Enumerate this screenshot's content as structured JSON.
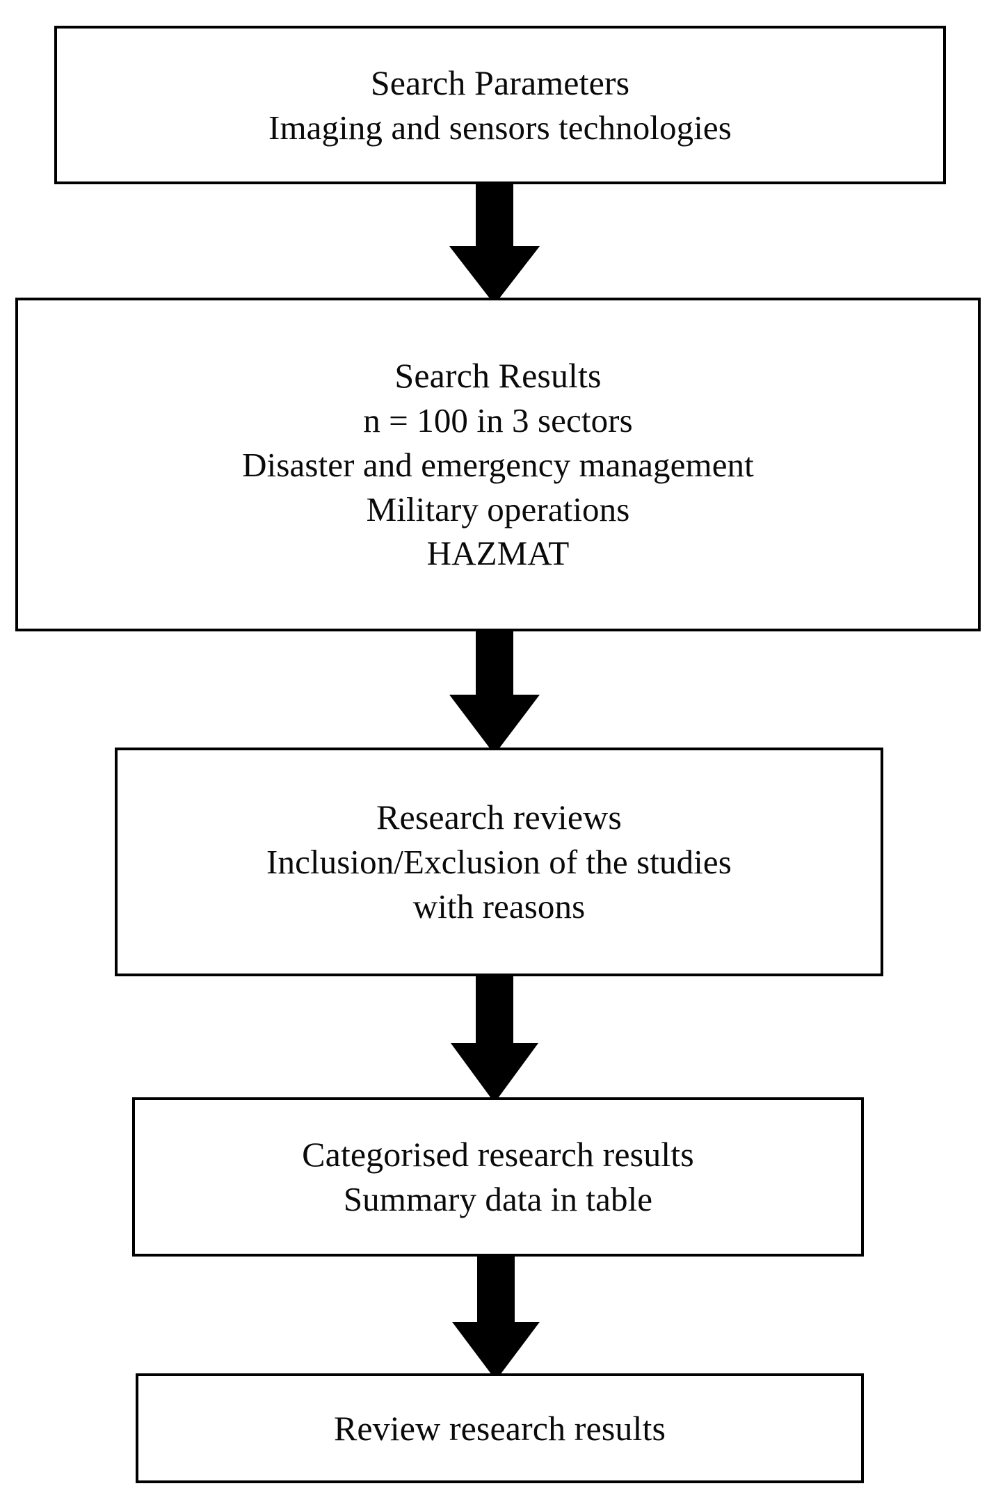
{
  "diagram": {
    "title": "Research review process flowchart",
    "orientation": "top-to-bottom",
    "stroke_color": "#000000",
    "fill_color": "#ffffff",
    "text_color": "#0a0a0a",
    "nodes": [
      {
        "id": "search-parameters",
        "heading": "Search Parameters",
        "lines": [
          "Imaging and sensors technologies"
        ]
      },
      {
        "id": "search-results",
        "heading": "Search Results",
        "lines": [
          "n = 100 in 3 sectors",
          "Disaster and emergency management",
          "Military operations",
          "HAZMAT"
        ]
      },
      {
        "id": "research-reviews",
        "heading": "Research reviews",
        "lines": [
          "Inclusion/Exclusion of the studies",
          "with reasons"
        ]
      },
      {
        "id": "categorised-results",
        "heading": "Categorised research results",
        "lines": [
          "Summary data in table"
        ]
      },
      {
        "id": "review-results",
        "heading": "Review research results",
        "lines": []
      }
    ],
    "connectors": [
      {
        "id": "arrow-1",
        "from": "search-parameters",
        "to": "search-results",
        "icon": "down-block-arrow-icon"
      },
      {
        "id": "arrow-2",
        "from": "search-results",
        "to": "research-reviews",
        "icon": "down-block-arrow-icon"
      },
      {
        "id": "arrow-3",
        "from": "research-reviews",
        "to": "categorised-results",
        "icon": "down-block-arrow-icon"
      },
      {
        "id": "arrow-4",
        "from": "categorised-results",
        "to": "review-results",
        "icon": "down-block-arrow-icon"
      }
    ]
  }
}
